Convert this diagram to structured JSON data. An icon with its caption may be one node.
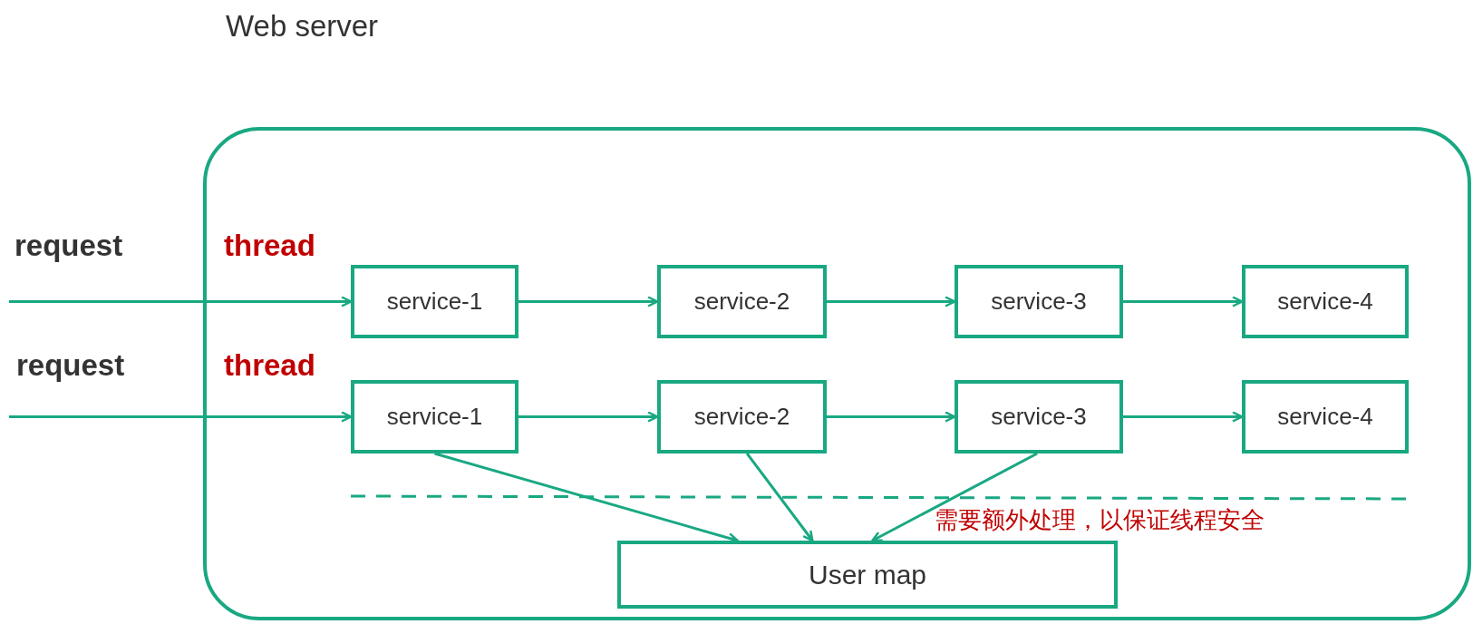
{
  "diagram": {
    "title": "Web server",
    "nodes": [
      {
        "text": [],
        "shape": "box"
      },
      {
        "text": [
          "service-1"
        ],
        "in": 0
      },
      {
        "text": [
          "service-2"
        ],
        "in": 0
      },
      {
        "text": [
          "service-3"
        ],
        "in": 0
      },
      {
        "text": [
          "service-4"
        ],
        "in": 0
      },
      {
        "text": [
          "service-1"
        ],
        "in": 0
      },
      {
        "text": [
          "service-2"
        ],
        "in": 0
      },
      {
        "text": [
          "service-3"
        ],
        "in": 0
      },
      {
        "text": [
          "service-4"
        ],
        "in": 0
      },
      {
        "text": [
          "User map"
        ],
        "in": 0
      }
    ],
    "edges": [
      {
        "from": null,
        "to": 1,
        "arrow": "to",
        "label": "request"
      },
      {
        "from": 1,
        "to": 2,
        "arrow": "to"
      },
      {
        "from": 2,
        "to": 3,
        "arrow": "to"
      },
      {
        "from": 3,
        "to": 4,
        "arrow": "to"
      },
      {
        "from": null,
        "to": 5,
        "arrow": "to",
        "label": "request"
      },
      {
        "from": 5,
        "to": 6,
        "arrow": "to"
      },
      {
        "from": 6,
        "to": 7,
        "arrow": "to"
      },
      {
        "from": 7,
        "to": 8,
        "arrow": "to"
      },
      {
        "from": 5,
        "to": 9,
        "arrow": "to"
      },
      {
        "from": 6,
        "to": 9,
        "arrow": "to"
      },
      {
        "from": 7,
        "to": 9,
        "arrow": "to"
      }
    ],
    "labels": [
      "thread",
      "thread",
      "需要额外处理，以保证线程安全"
    ]
  }
}
